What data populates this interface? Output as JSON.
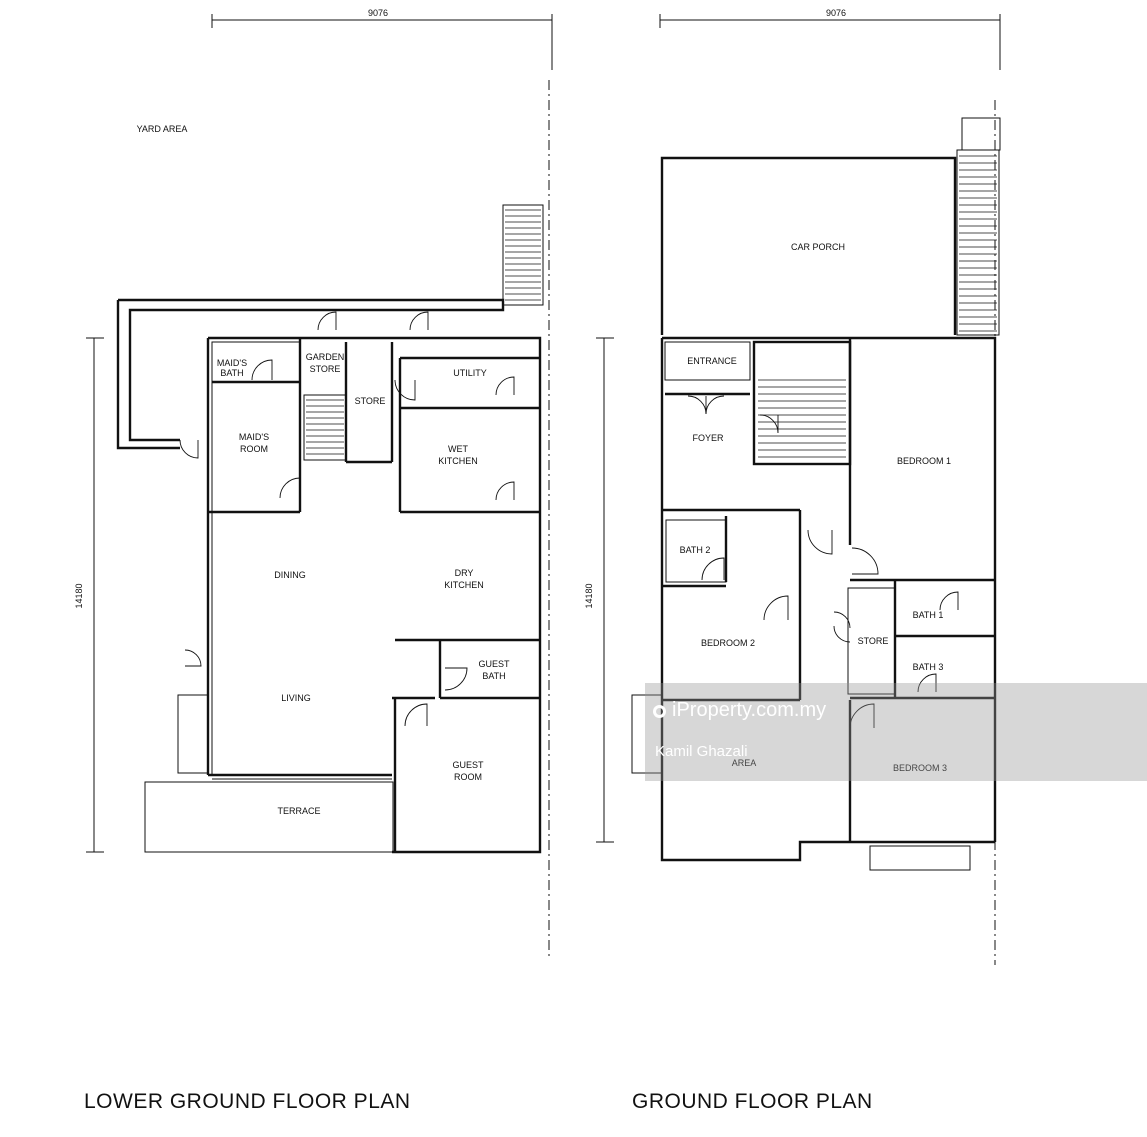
{
  "plans": {
    "lower": {
      "caption": "LOWER GROUND FLOOR PLAN",
      "width_dim": "9076",
      "depth_dim": "14180",
      "rooms": {
        "yard": "YARD AREA",
        "maids_bath_1": "MAID'S",
        "maids_bath_2": "BATH",
        "garden_store_1": "GARDEN",
        "garden_store_2": "STORE",
        "store": "STORE",
        "utility": "UTILITY",
        "maids_room_1": "MAID'S",
        "maids_room_2": "ROOM",
        "wet_kitchen_1": "WET",
        "wet_kitchen_2": "KITCHEN",
        "dining": "DINING",
        "dry_kitchen_1": "DRY",
        "dry_kitchen_2": "KITCHEN",
        "guest_bath_1": "GUEST",
        "guest_bath_2": "BATH",
        "living": "LIVING",
        "guest_room_1": "GUEST",
        "guest_room_2": "ROOM",
        "terrace": "TERRACE"
      }
    },
    "ground": {
      "caption": "GROUND FLOOR PLAN",
      "width_dim": "9076",
      "depth_dim": "14180",
      "rooms": {
        "car_porch": "CAR PORCH",
        "entrance": "ENTRANCE",
        "foyer": "FOYER",
        "bedroom1": "BEDROOM 1",
        "bath2": "BATH 2",
        "bedroom2": "BEDROOM 2",
        "store": "STORE",
        "bath1": "BATH 1",
        "bath3": "BATH 3",
        "area": "AREA",
        "bedroom3": "BEDROOM 3"
      }
    }
  },
  "watermark": {
    "site": "iProperty.com.my",
    "agent": "Kamil Ghazali"
  }
}
